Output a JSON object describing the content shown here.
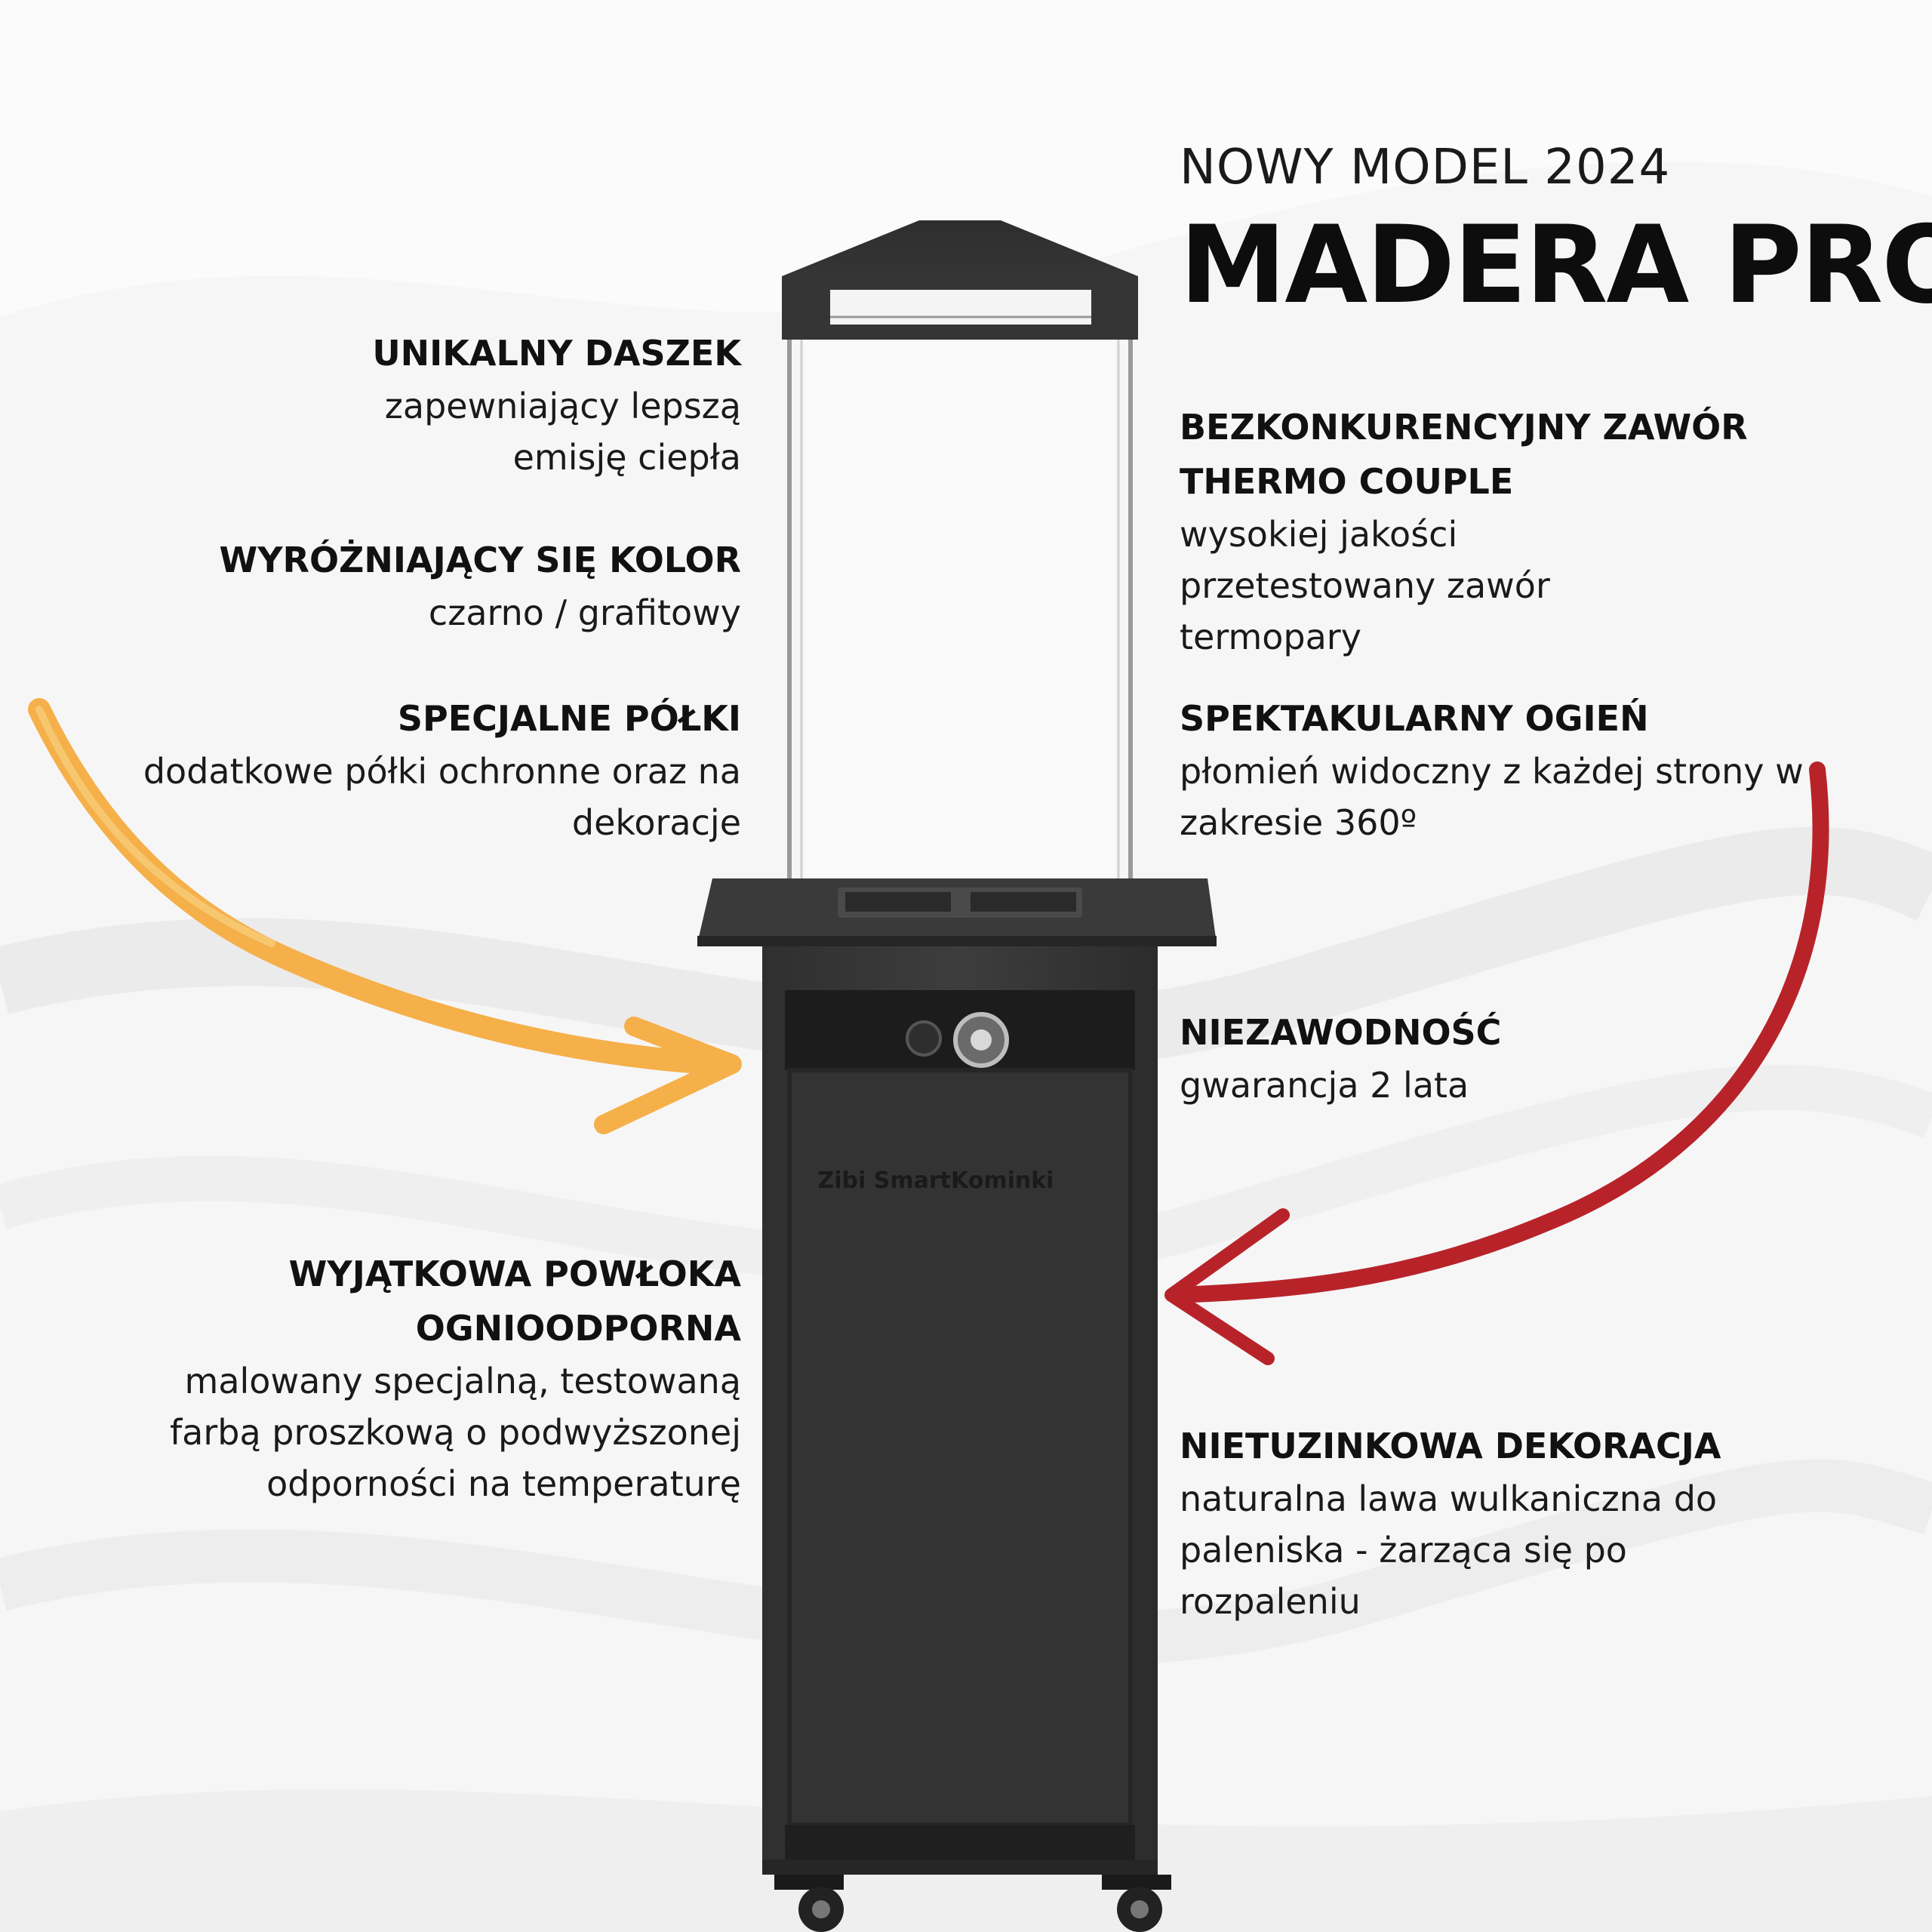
{
  "header": {
    "subtitle": "NOWY MODEL 2024",
    "title": "MADERA PRO"
  },
  "features_left": [
    {
      "heading": "UNIKALNY DASZEK",
      "description": "zapewniający lepszą emisję ciepła"
    },
    {
      "heading": "WYRÓŻNIAJĄCY SIĘ KOLOR",
      "description": "czarno / grafitowy"
    },
    {
      "heading": "SPECJALNE PÓŁKI",
      "description": "dodatkowe półki ochronne oraz na dekoracje"
    },
    {
      "heading": "WYJĄTKOWA POWŁOKA OGNIOODPORNA",
      "description": "malowany specjalną, testowaną farbą proszkową o podwyższonej odporności na temperaturę"
    }
  ],
  "features_right": [
    {
      "heading": "BEZKONKURENCYJNY ZAWÓR THERMO COUPLE",
      "description": "wysokiej jakości przetestowany zawór termopary"
    },
    {
      "heading": "SPEKTAKULARNY OGIEŃ",
      "description": "płomień widoczny z każdej strony w zakresie 360º"
    },
    {
      "heading": "NIEZAWODNOŚĆ",
      "description": "gwarancja 2 lata"
    },
    {
      "heading": "NIETUZINKOWA DEKORACJA",
      "description": "naturalna lawa wulkaniczna do paleniska - żarząca się po rozpaleniu"
    }
  ],
  "product": {
    "brand_label": "Zibi SmartKominki"
  },
  "colors": {
    "background": "#f7f7f7",
    "heater_body": "#3a3a3a",
    "heater_dark": "#2a2a2a",
    "arrow_left": "#f5b04a",
    "arrow_right": "#b8232a"
  }
}
